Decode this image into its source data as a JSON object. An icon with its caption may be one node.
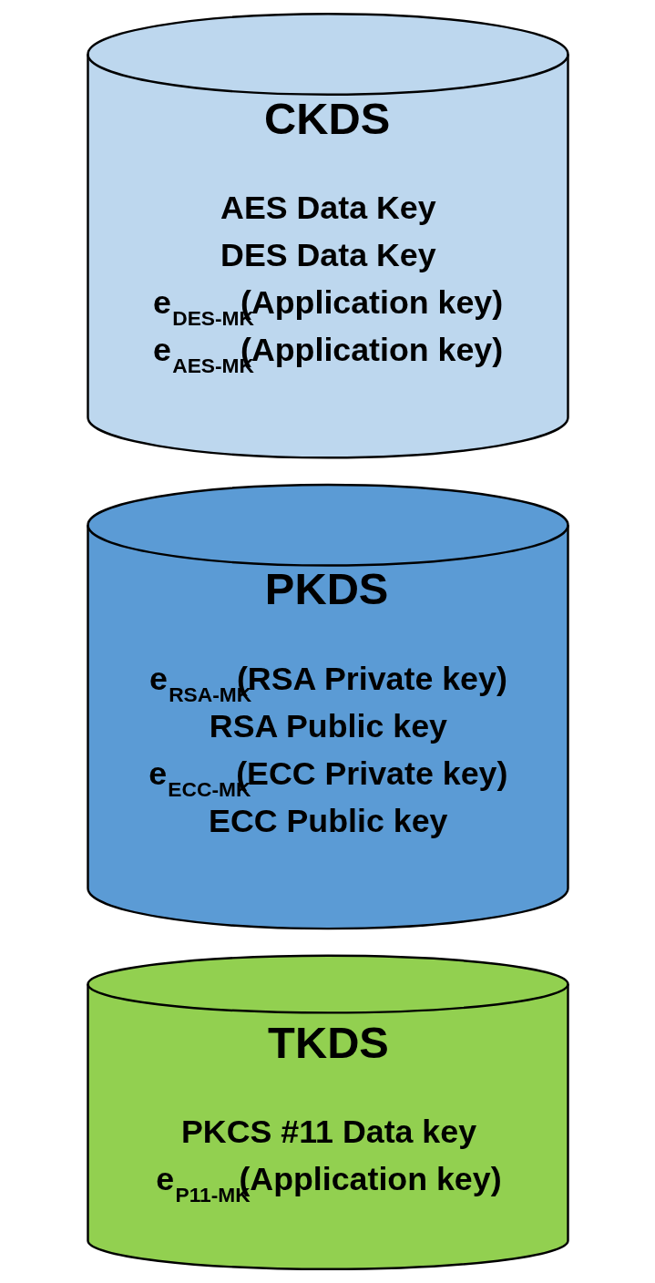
{
  "diagram": {
    "nodes": [
      {
        "text": [
          "CKDS",
          "AES Data Key",
          "DES Data Key",
          "e$_{DES-MK}$(Application key)",
          "e$_{AES-MK}$(Application key)"
        ]
      },
      {
        "text": [
          "PKDS",
          "e$_{RSA-MK}$(RSA Private key)",
          "RSA Public key",
          "e$_{ECC-MK}$(ECC Private key)",
          "ECC Public key"
        ]
      },
      {
        "text": [
          "TKDS",
          "PKCS #11 Data key",
          "e$_{P11-MK}$(Application key)"
        ]
      }
    ]
  }
}
